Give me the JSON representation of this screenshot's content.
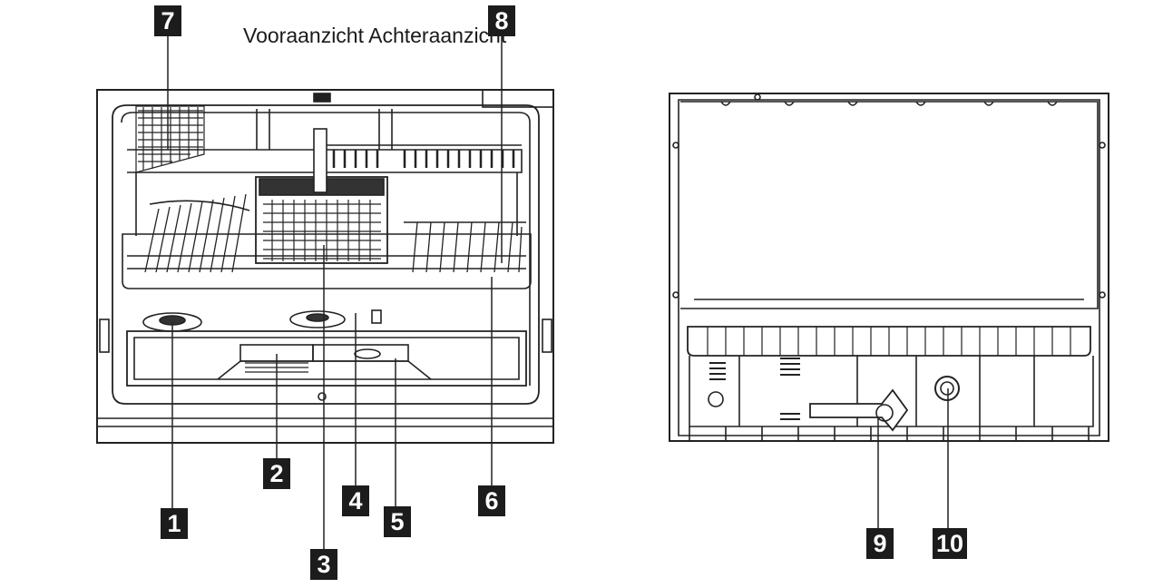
{
  "title": "Vooraanzicht Achteraanzicht",
  "callouts": {
    "c1": "1",
    "c2": "2",
    "c3": "3",
    "c4": "4",
    "c5": "5",
    "c6": "6",
    "c7": "7",
    "c8": "8",
    "c9": "9",
    "c10": "10"
  }
}
